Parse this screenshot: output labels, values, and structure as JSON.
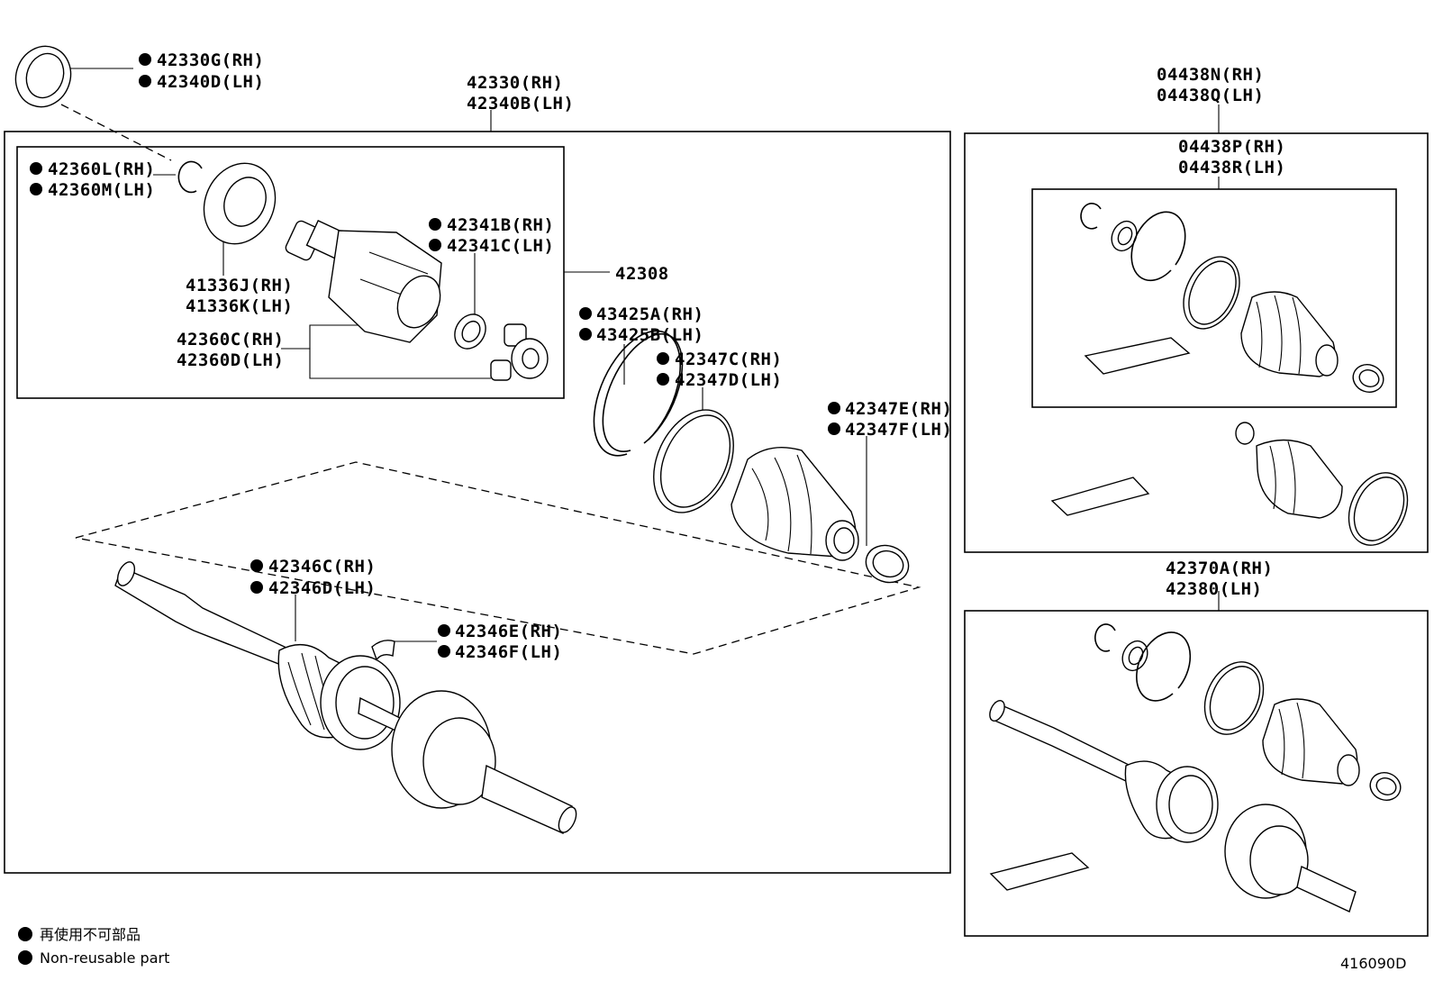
{
  "callouts": {
    "seal_outer_rh": "42330G(RH)",
    "seal_outer_lh": "42340D(LH)",
    "shaft_assy_rh": "42330(RH)",
    "shaft_assy_lh": "42340B(LH)",
    "snap_ring_rh": "42360L(RH)",
    "snap_ring_lh": "42360M(LH)",
    "bearing_rh": "41336J(RH)",
    "bearing_lh": "41336K(LH)",
    "snap_ring2_rh": "42341B(RH)",
    "snap_ring2_lh": "42341C(LH)",
    "inner_joint_code": "42308",
    "joint_set_rh": "42360C(RH)",
    "joint_set_lh": "42360D(LH)",
    "ring_rh": "43425A(RH)",
    "ring_lh": "43425B(LH)",
    "boot_clamp_rh": "42347C(RH)",
    "boot_clamp_lh": "42347D(LH)",
    "boot_band_rh": "42347E(RH)",
    "boot_band_lh": "42347F(LH)",
    "outer_clamp_rh": "42346C(RH)",
    "outer_clamp_lh": "42346D(LH)",
    "outer_band_rh": "42346E(RH)",
    "outer_band_lh": "42346F(LH)",
    "kit_outer_rh": "04438N(RH)",
    "kit_outer_lh": "04438Q(LH)",
    "kit_inner_rh": "04438P(RH)",
    "kit_inner_lh": "04438R(LH)",
    "complete_rh": "42370A(RH)",
    "complete_lh": "42380(LH)"
  },
  "legend": {
    "jp": "再使用不可部品",
    "en": "Non-reusable part"
  },
  "diagram_id": "416090D"
}
